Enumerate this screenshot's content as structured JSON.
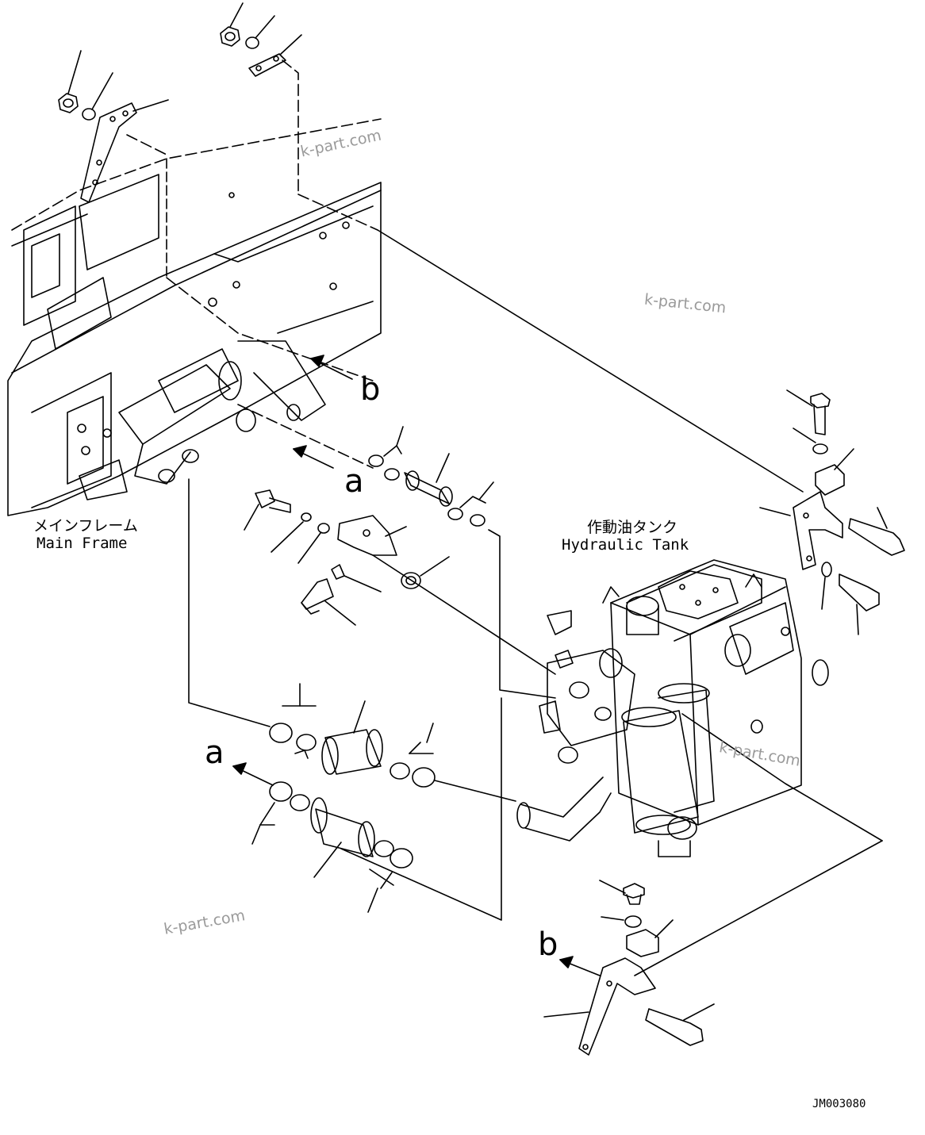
{
  "labels": {
    "main_frame_ja": "メインフレーム",
    "main_frame_en": "Main Frame",
    "tank_ja": "作動油タンク",
    "tank_en": "Hydraulic Tank",
    "drawing_code": "JM003080"
  },
  "callouts": {
    "a_upper": "a",
    "a_lower": "a",
    "b_upper": "b",
    "b_lower": "b"
  },
  "watermarks": [
    "k-part.com",
    "k-part.com",
    "k-part.com",
    "k-part.com"
  ],
  "colors": {
    "line": "#000000",
    "watermark": "#9a9a9a",
    "background": "#ffffff"
  }
}
